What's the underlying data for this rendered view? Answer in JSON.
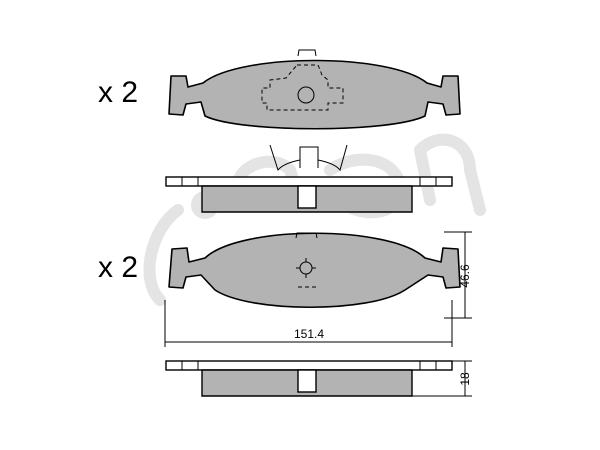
{
  "diagram": {
    "top_quantity": "x 2",
    "bottom_quantity": "x 2",
    "width_label": "151.4",
    "height_label": "46.6",
    "thickness_label": "18",
    "watermark": "cifam"
  }
}
